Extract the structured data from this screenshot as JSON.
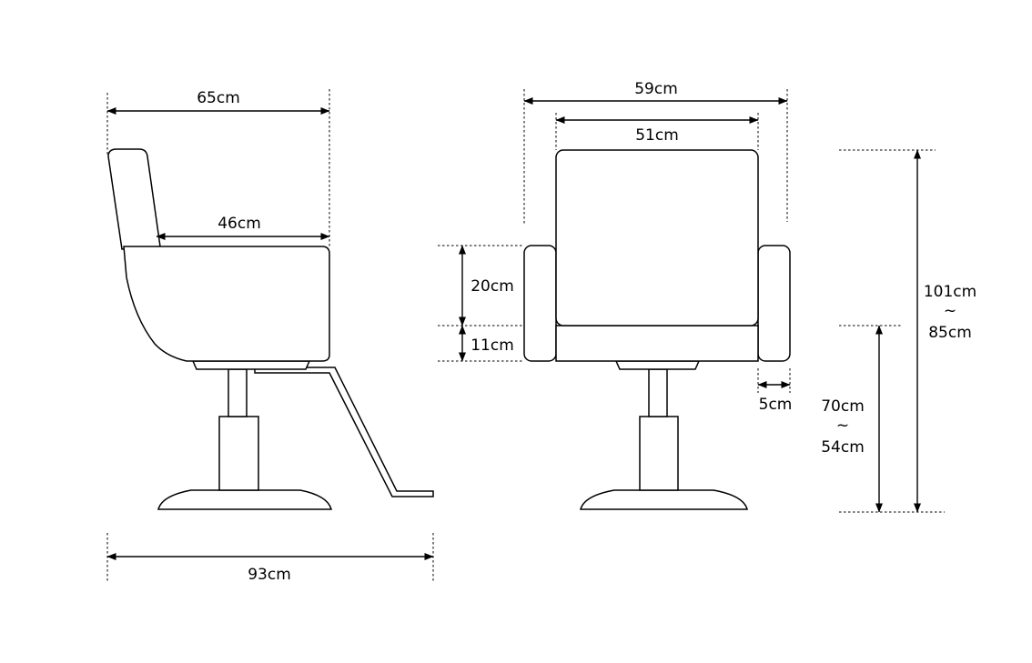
{
  "dimensions": {
    "side_depth": "65cm",
    "side_seat_depth": "46cm",
    "side_total_length": "93cm",
    "front_width": "59cm",
    "front_back_width": "51cm",
    "armrest_height": "20cm",
    "seat_thickness": "11cm",
    "armrest_width": "5cm",
    "total_height_max": "101cm",
    "total_height_min": "85cm",
    "seat_height_max": "70cm",
    "seat_height_min": "54cm",
    "range_separator": "~"
  }
}
